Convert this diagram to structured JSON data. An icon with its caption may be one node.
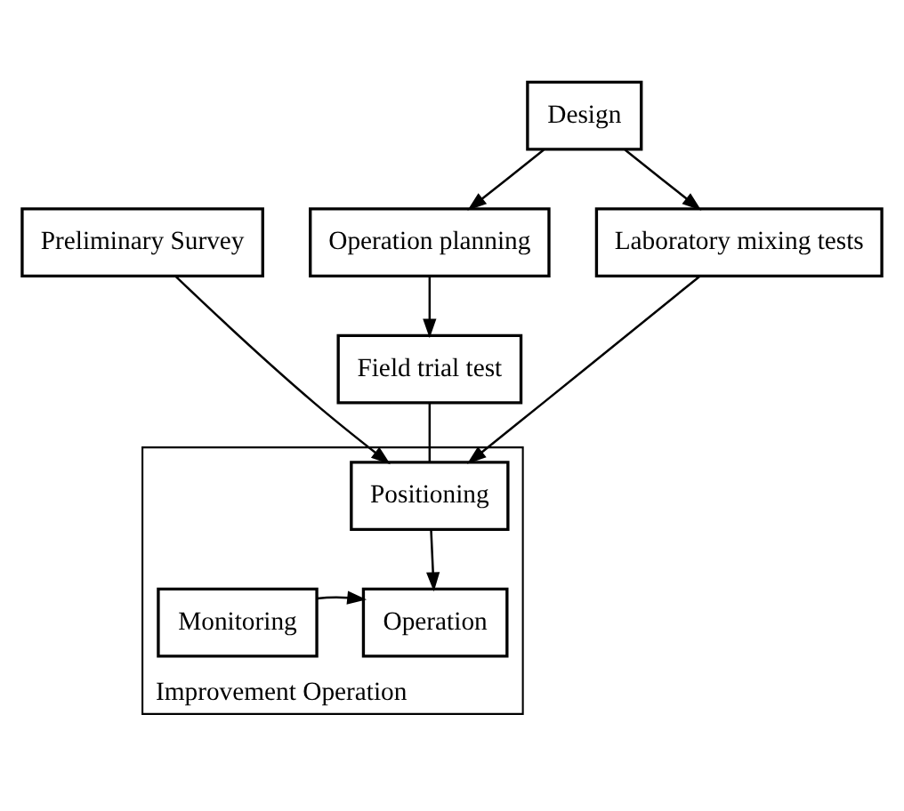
{
  "diagram": {
    "nodes": [
      {
        "text": [
          "Design"
        ]
      },
      {
        "text": [
          "Preliminary Survey"
        ]
      },
      {
        "text": [
          "Operation planning"
        ]
      },
      {
        "text": [
          "Laboratory mixing tests"
        ]
      },
      {
        "text": [
          "Field trial test"
        ]
      },
      {
        "text": [
          "Improvement Operation"
        ]
      },
      {
        "text": [
          "Positioning"
        ],
        "in": 5
      },
      {
        "text": [
          "Operation"
        ],
        "in": 5
      },
      {
        "text": [
          "Monitoring"
        ],
        "in": 5
      }
    ],
    "edges": [
      {
        "from": 0,
        "to": 2,
        "arrow": "to"
      },
      {
        "from": 0,
        "to": 3,
        "arrow": "to"
      },
      {
        "from": 2,
        "to": 4,
        "arrow": "to"
      },
      {
        "from": 1,
        "to": 6,
        "arrow": "to"
      },
      {
        "from": 3,
        "to": 6,
        "arrow": "to"
      },
      {
        "from": 4,
        "to": 6,
        "arrow": "none"
      },
      {
        "from": 6,
        "to": 7,
        "arrow": "to"
      },
      {
        "from": 8,
        "to": 7,
        "arrow": "to"
      }
    ]
  }
}
